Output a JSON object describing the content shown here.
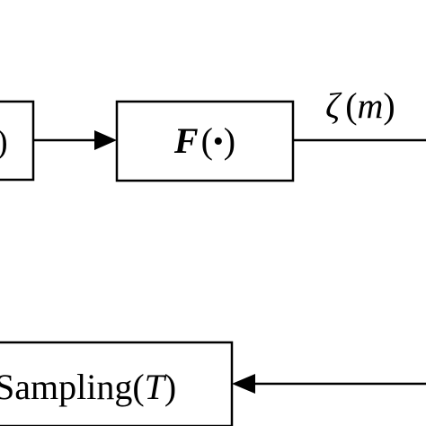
{
  "diagram": {
    "left_block_partial": ")",
    "f_block": {
      "func": "F",
      "open": "(",
      "dot": "•",
      "close": ")"
    },
    "zeta_label": {
      "symbol": "ζ",
      "open": "(",
      "var": "m",
      "close": ")"
    },
    "sampling_block": {
      "word": "Sampling",
      "open": "(",
      "var": "T",
      "close": ")"
    },
    "colors": {
      "stroke": "#000000",
      "background": "#ffffff"
    }
  }
}
